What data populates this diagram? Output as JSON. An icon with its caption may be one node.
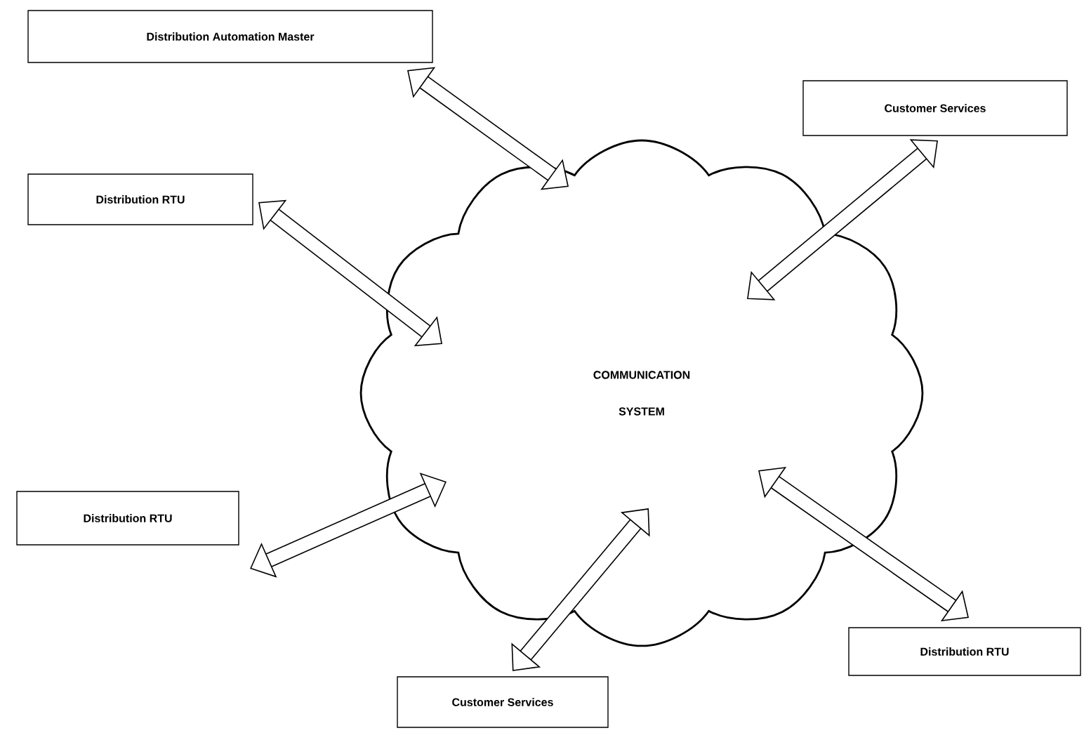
{
  "diagram": {
    "nodes": [
      {
        "text": [
          "Distribution Automation Master"
        ]
      },
      {
        "text": [
          "Customer Services"
        ]
      },
      {
        "text": [
          "Distribution RTU"
        ]
      },
      {
        "text": [
          "COMMUNICATION SYSTEM"
        ]
      },
      {
        "text": [
          "Distribution RTU"
        ]
      },
      {
        "text": [
          "Distribution RTU"
        ]
      },
      {
        "text": [
          "Customer Services"
        ]
      }
    ],
    "edges": [
      {
        "from": 0,
        "to": 3,
        "arrow": "both"
      },
      {
        "from": 1,
        "to": 3,
        "arrow": "both"
      },
      {
        "from": 2,
        "to": 3,
        "arrow": "both"
      },
      {
        "from": 4,
        "to": 3,
        "arrow": "both"
      },
      {
        "from": 6,
        "to": 3,
        "arrow": "both"
      },
      {
        "from": 5,
        "to": 3,
        "arrow": "both"
      }
    ]
  }
}
